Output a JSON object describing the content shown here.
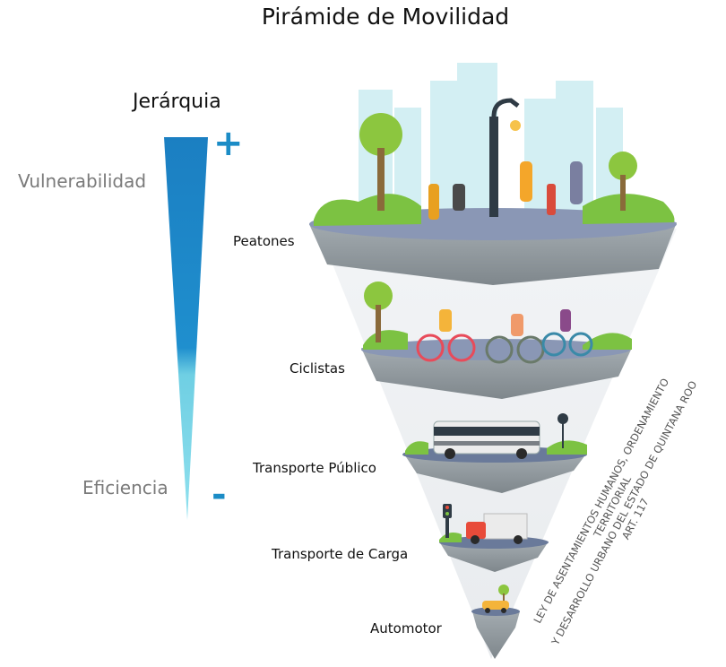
{
  "title": "Pirámide de Movilidad",
  "hierarchy": {
    "label": "Jerárquia",
    "top_label": "Vulnerabilidad",
    "bottom_label": "Eficiencia",
    "plus_sign": "+",
    "minus_sign": "-",
    "colors": {
      "dark": "#1b7fc2",
      "light": "#7dd3e6"
    }
  },
  "levels": [
    {
      "label": "Peatones"
    },
    {
      "label": "Ciclistas"
    },
    {
      "label": "Transporte Público"
    },
    {
      "label": "Transporte de Carga"
    },
    {
      "label": "Automotor"
    }
  ],
  "legal_note": {
    "line1": "LEY DE ASENTAMIENTOS HUMANOS, ORDENAMIENTO TERRITORIAL",
    "line2": "Y DESARROLLO URBANO DEL ESTADO DE QUINTANA ROO",
    "line3": "ART. 117"
  },
  "colors": {
    "accent": "#1b8cc6",
    "ground": "#9aa3a8",
    "grass": "#7cc242",
    "road": "#4a5a8a"
  }
}
